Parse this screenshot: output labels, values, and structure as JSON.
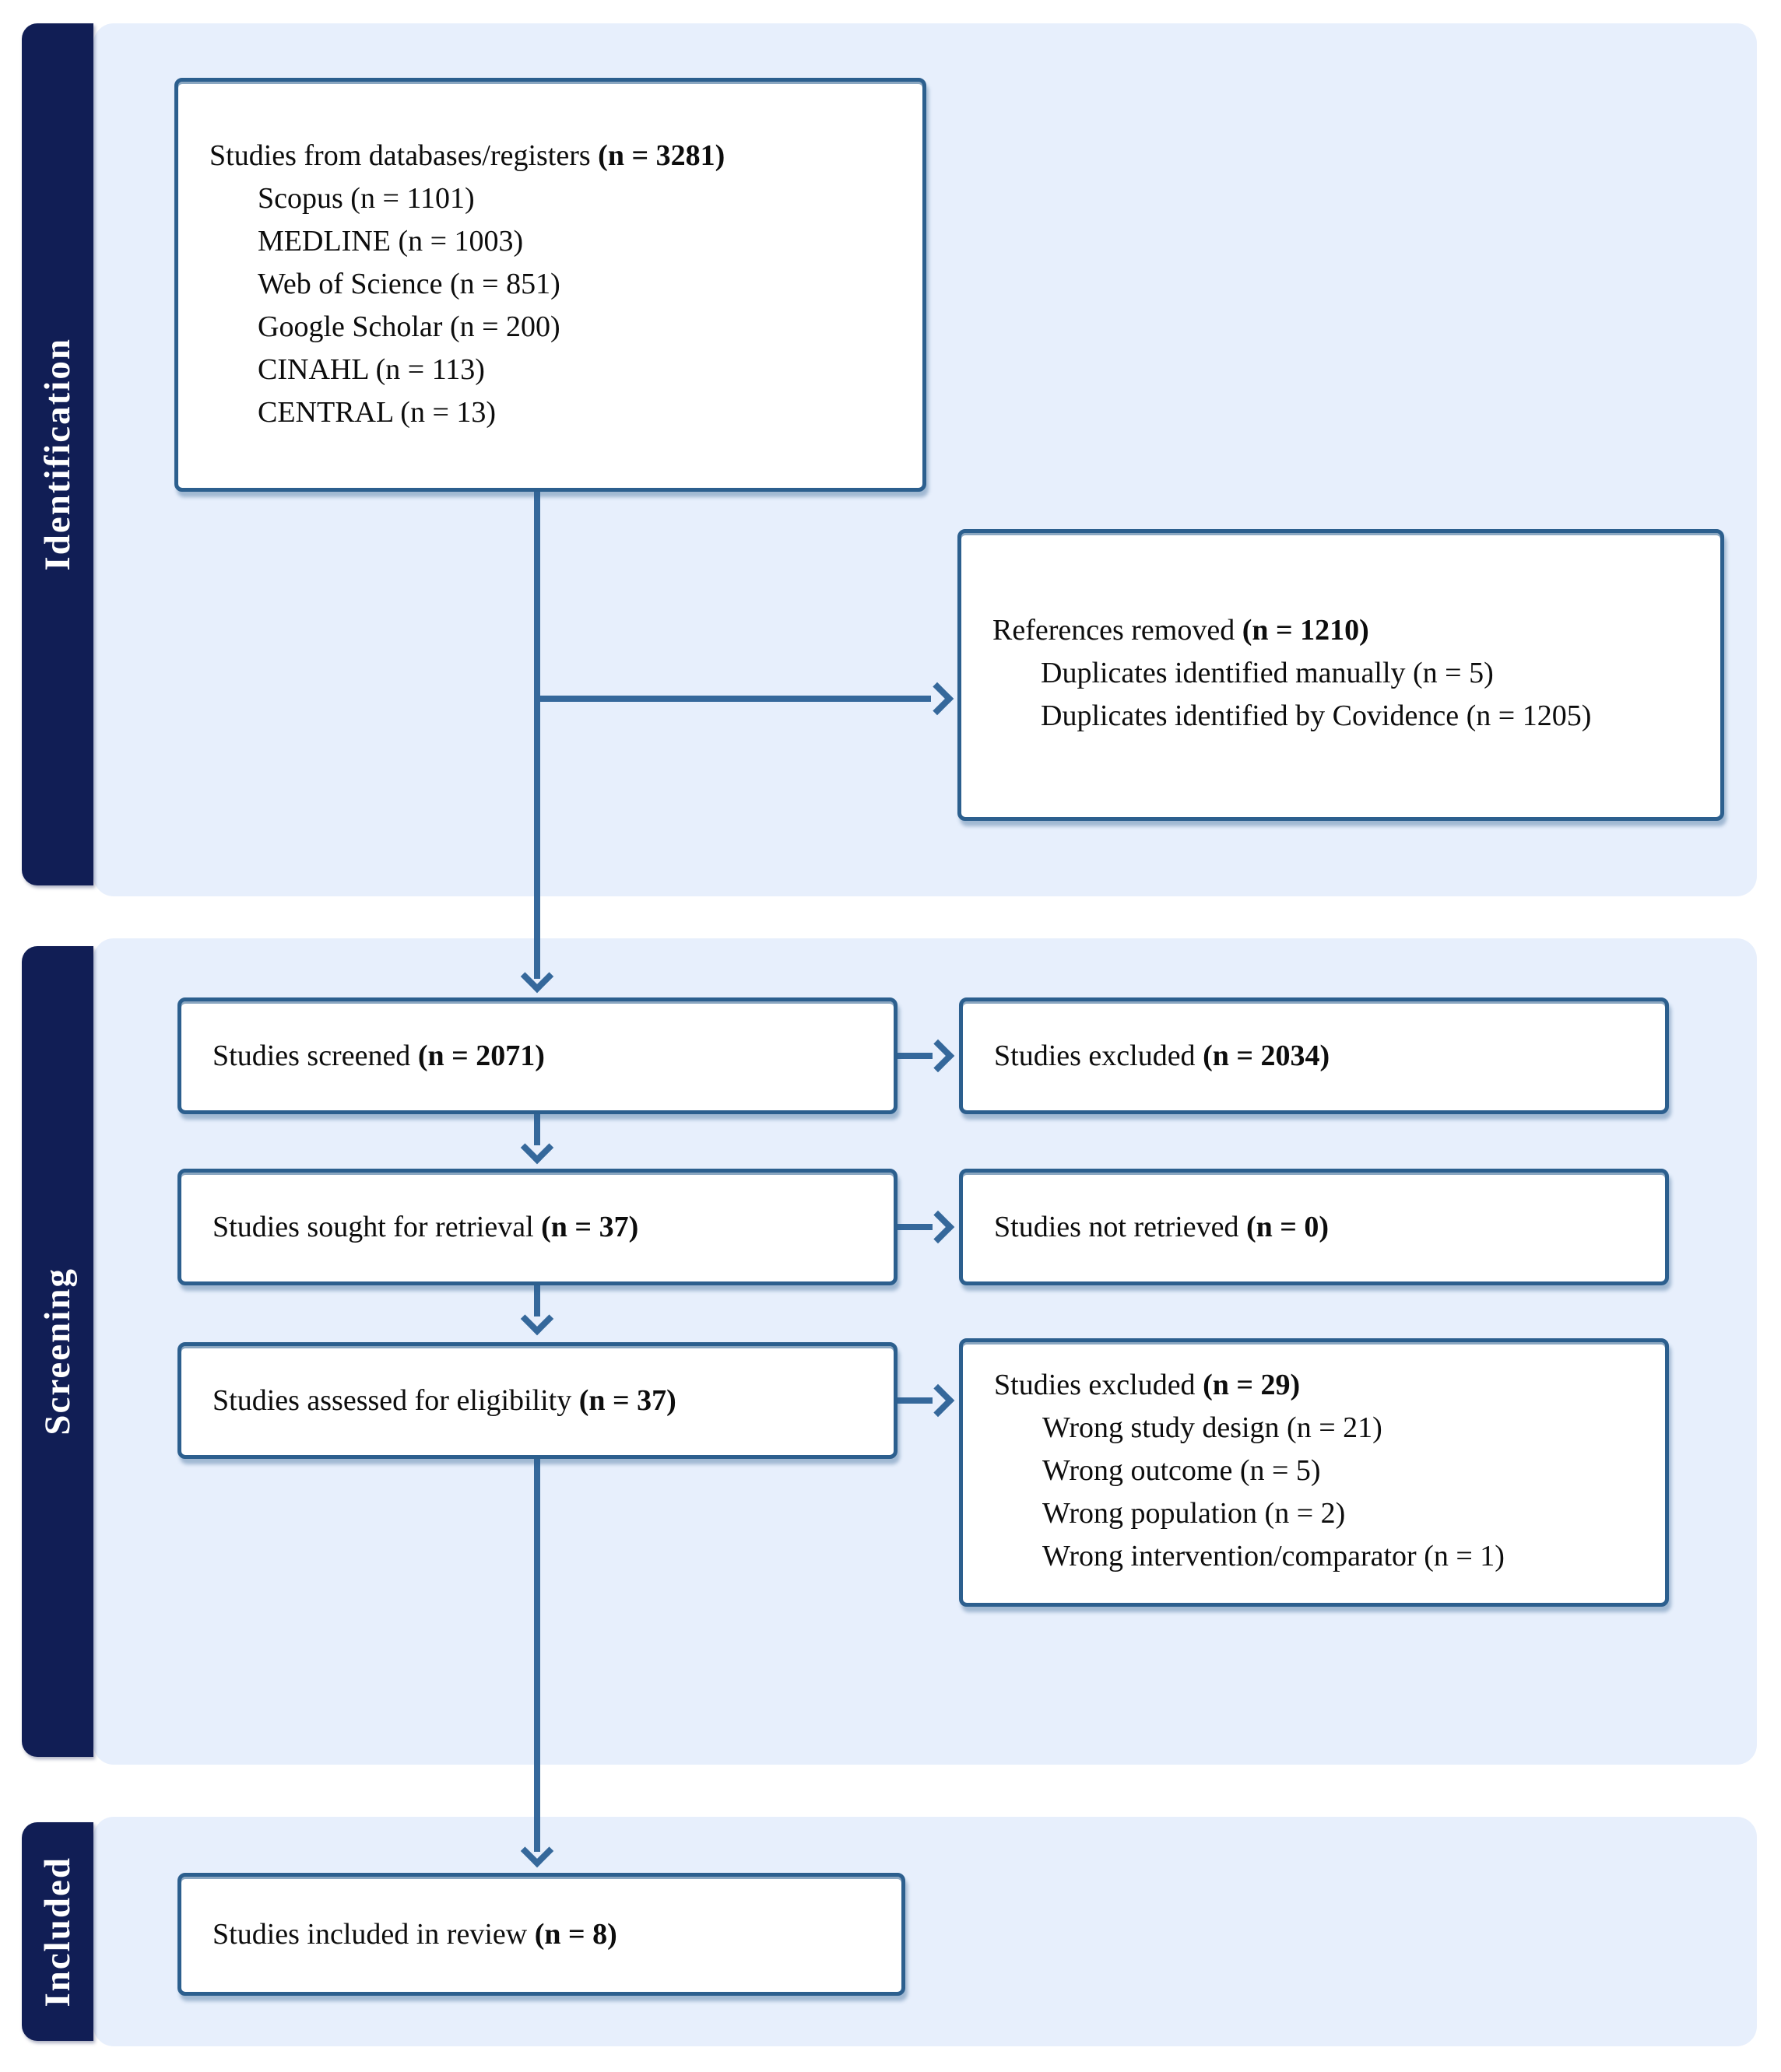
{
  "figure": {
    "kind": "PRISMA flow diagram",
    "colors": {
      "phase_tab_bg": "#111e55",
      "phase_tab_text": "#ffffff",
      "section_panel_bg": "#e7effc",
      "box_border": "#2c5f8e",
      "box_bg": "#ffffff",
      "arrow": "#35689b",
      "text": "#0d0d0d"
    }
  },
  "sidebar": {
    "identification": "Identification",
    "screening": "Screening",
    "included": "Included"
  },
  "boxes": {
    "databases": {
      "title": "Studies from databases/registers ",
      "title_n": "(n = 3281)",
      "items": [
        "Scopus (n = 1101)",
        "MEDLINE (n = 1003)",
        "Web of Science (n = 851)",
        "Google Scholar (n = 200)",
        "CINAHL (n = 113)",
        "CENTRAL (n = 13)"
      ]
    },
    "references_removed": {
      "title": "References removed ",
      "title_n": "(n = 1210)",
      "items": [
        "Duplicates identified manually (n = 5)",
        "Duplicates identified by Covidence (n = 1205)"
      ]
    },
    "screened": {
      "title": "Studies screened ",
      "title_n": "(n = 2071)"
    },
    "excluded_screened": {
      "title": "Studies excluded ",
      "title_n": "(n = 2034)"
    },
    "sought": {
      "title": "Studies sought for retrieval ",
      "title_n": "(n = 37)"
    },
    "not_retrieved": {
      "title": "Studies not retrieved ",
      "title_n": "(n = 0)"
    },
    "assessed": {
      "title": "Studies assessed for eligibility ",
      "title_n": "(n = 37)"
    },
    "excluded_eligibility": {
      "title": "Studies excluded ",
      "title_n": "(n = 29)",
      "items": [
        "Wrong study design (n = 21)",
        "Wrong outcome (n = 5)",
        "Wrong population (n = 2)",
        "Wrong intervention/comparator (n = 1)"
      ]
    },
    "included_review": {
      "title": "Studies included in review ",
      "title_n": "(n = 8)"
    }
  }
}
